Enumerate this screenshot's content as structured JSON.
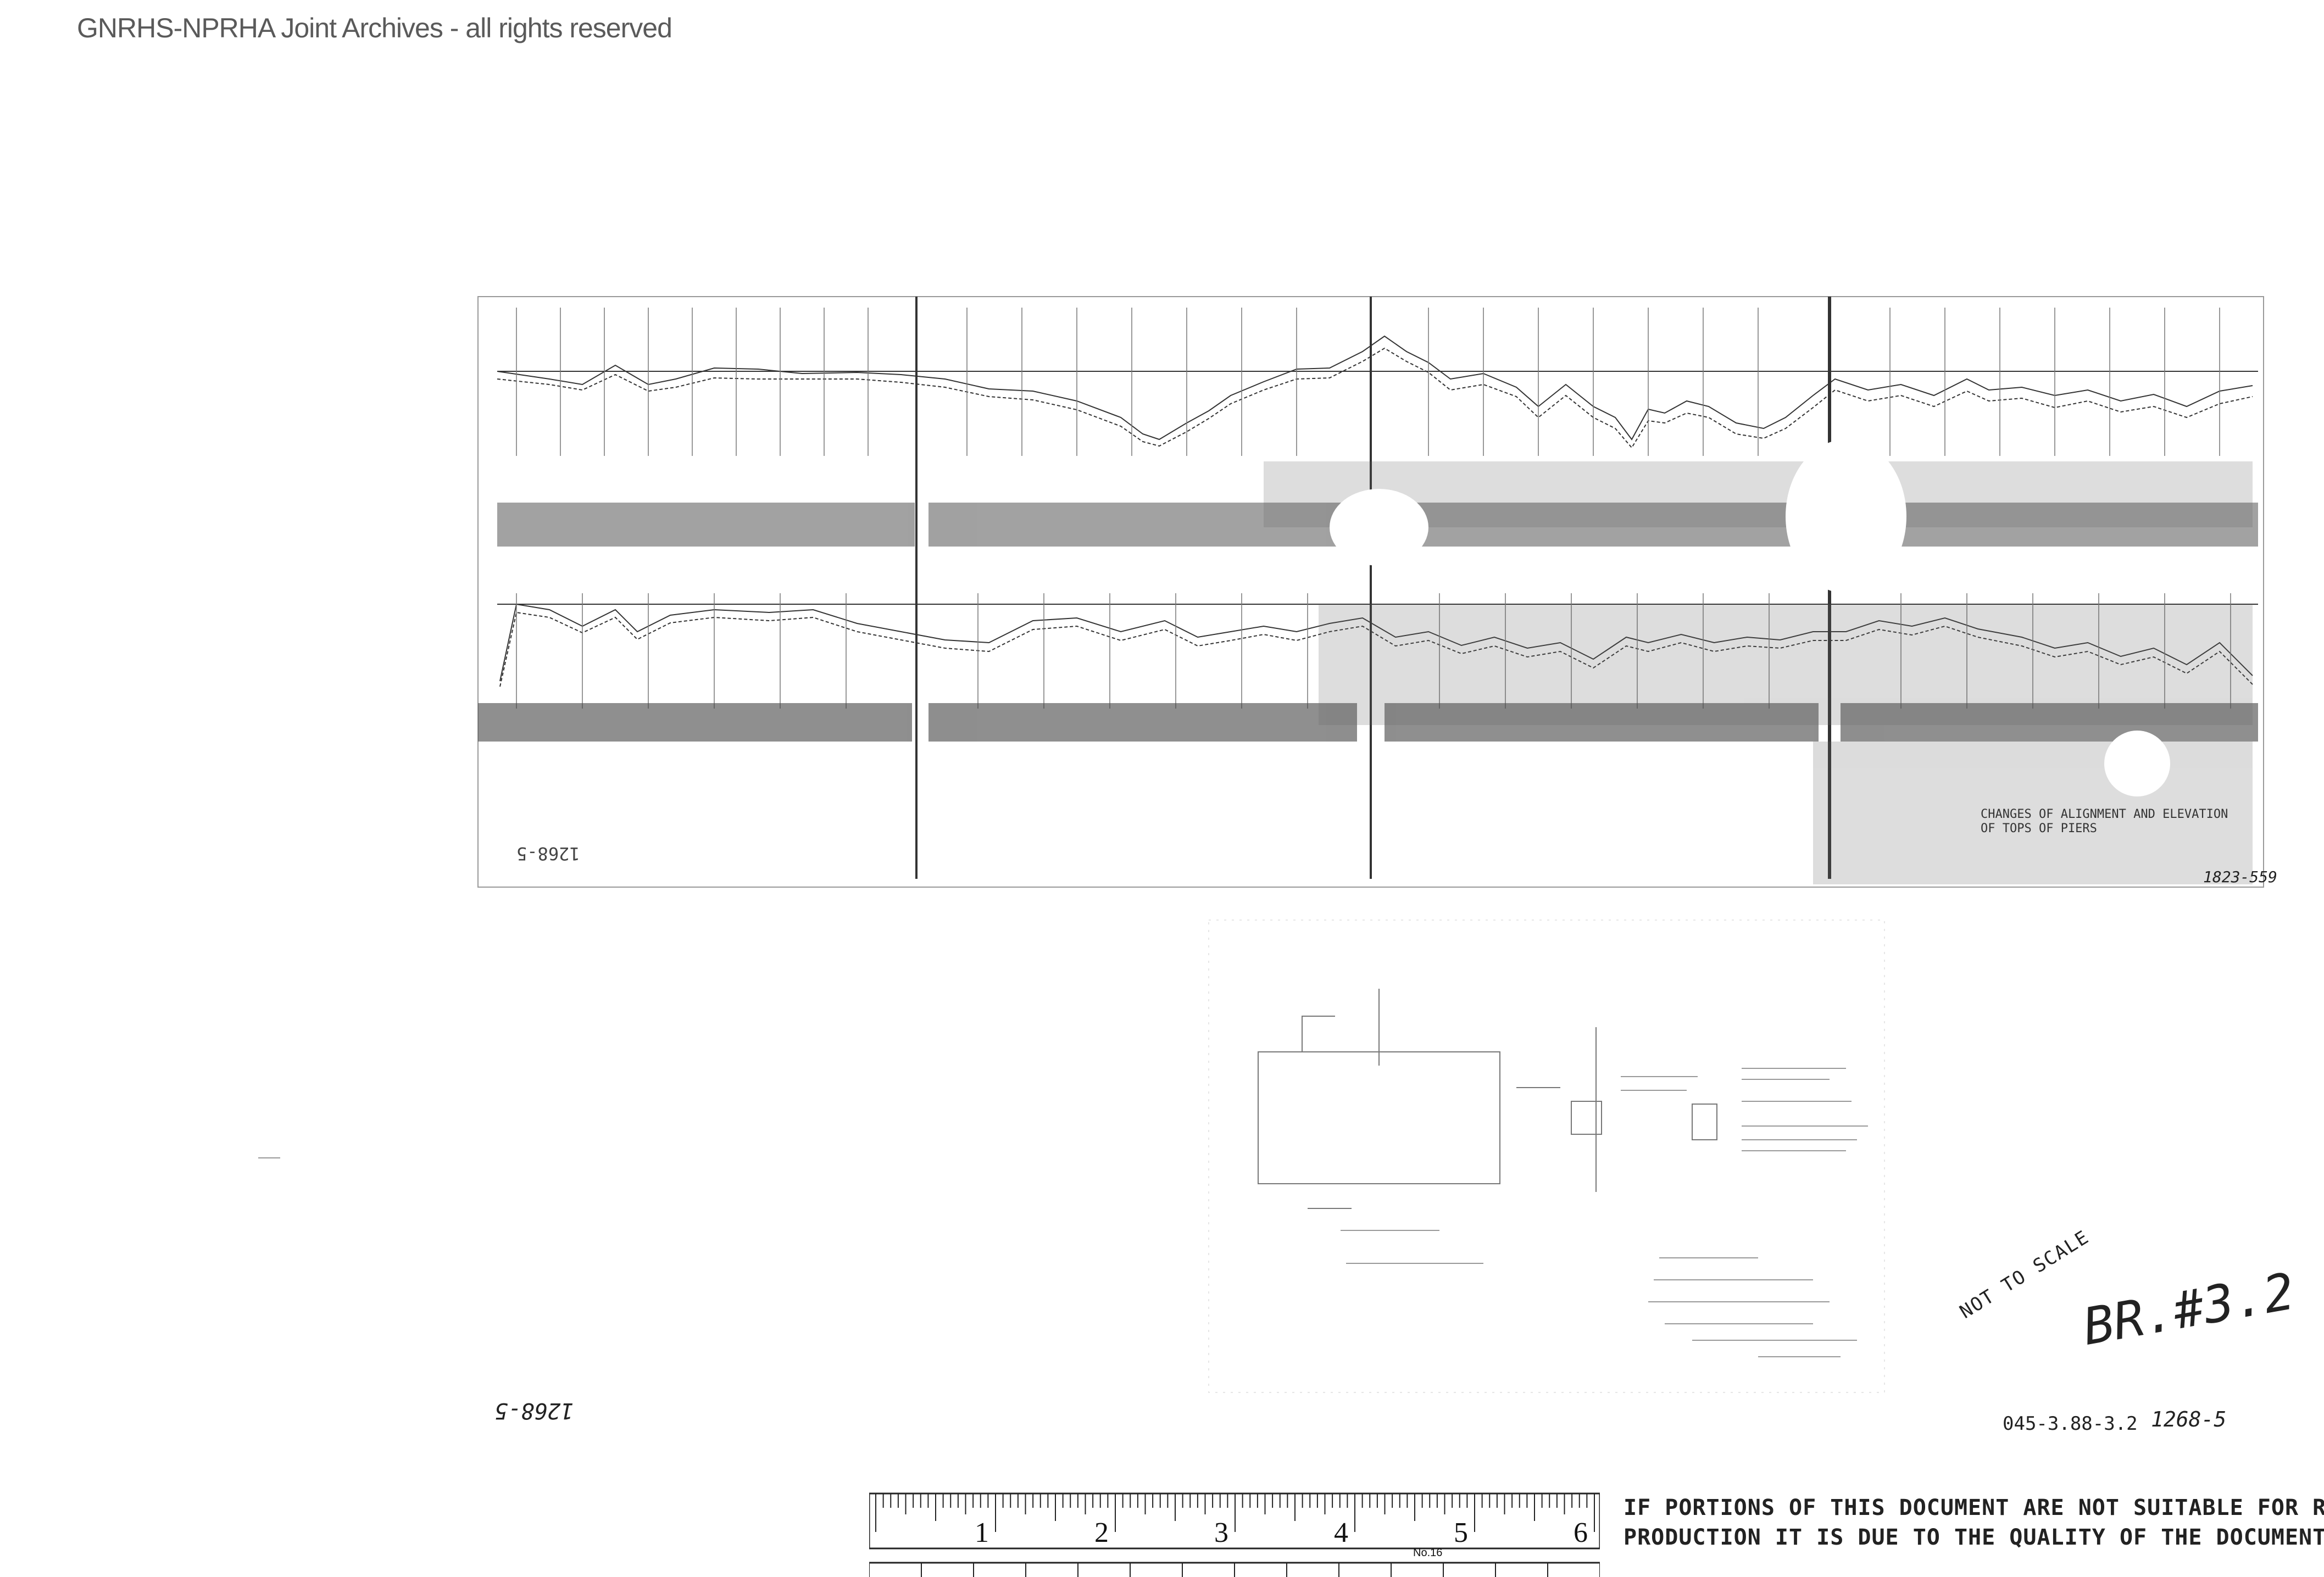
{
  "watermark": "GNRHS-NPRHA Joint Archives - all rights reserved",
  "sheet": {
    "plate_mark": "BR.#3.2",
    "stamp": "NOT TO SCALE",
    "doc_number": "045-3.88-3.2",
    "sheet_number": "1268-5",
    "sheet_number_inverted": "1268-5",
    "drawing_id": "1823-559",
    "margin_note": "1268-5"
  },
  "title_block": {
    "line1": "CHANGES OF ALIGNMENT AND ELEVATION",
    "line2": "OF TOPS OF PIERS"
  },
  "ruler": {
    "inch_labels": [
      "1",
      "2",
      "3",
      "4",
      "5",
      "6"
    ],
    "model": "No.16"
  },
  "disclaimer": {
    "line1": "IF PORTIONS OF THIS DOCUMENT ARE NOT SUITABLE FOR RE-",
    "line2": "PRODUCTION IT IS DUE TO THE QUALITY OF THE DOCUMENT."
  },
  "colors": {
    "ink": "#222222",
    "watermark": "#5a5a5a",
    "paper": "#ffffff"
  }
}
